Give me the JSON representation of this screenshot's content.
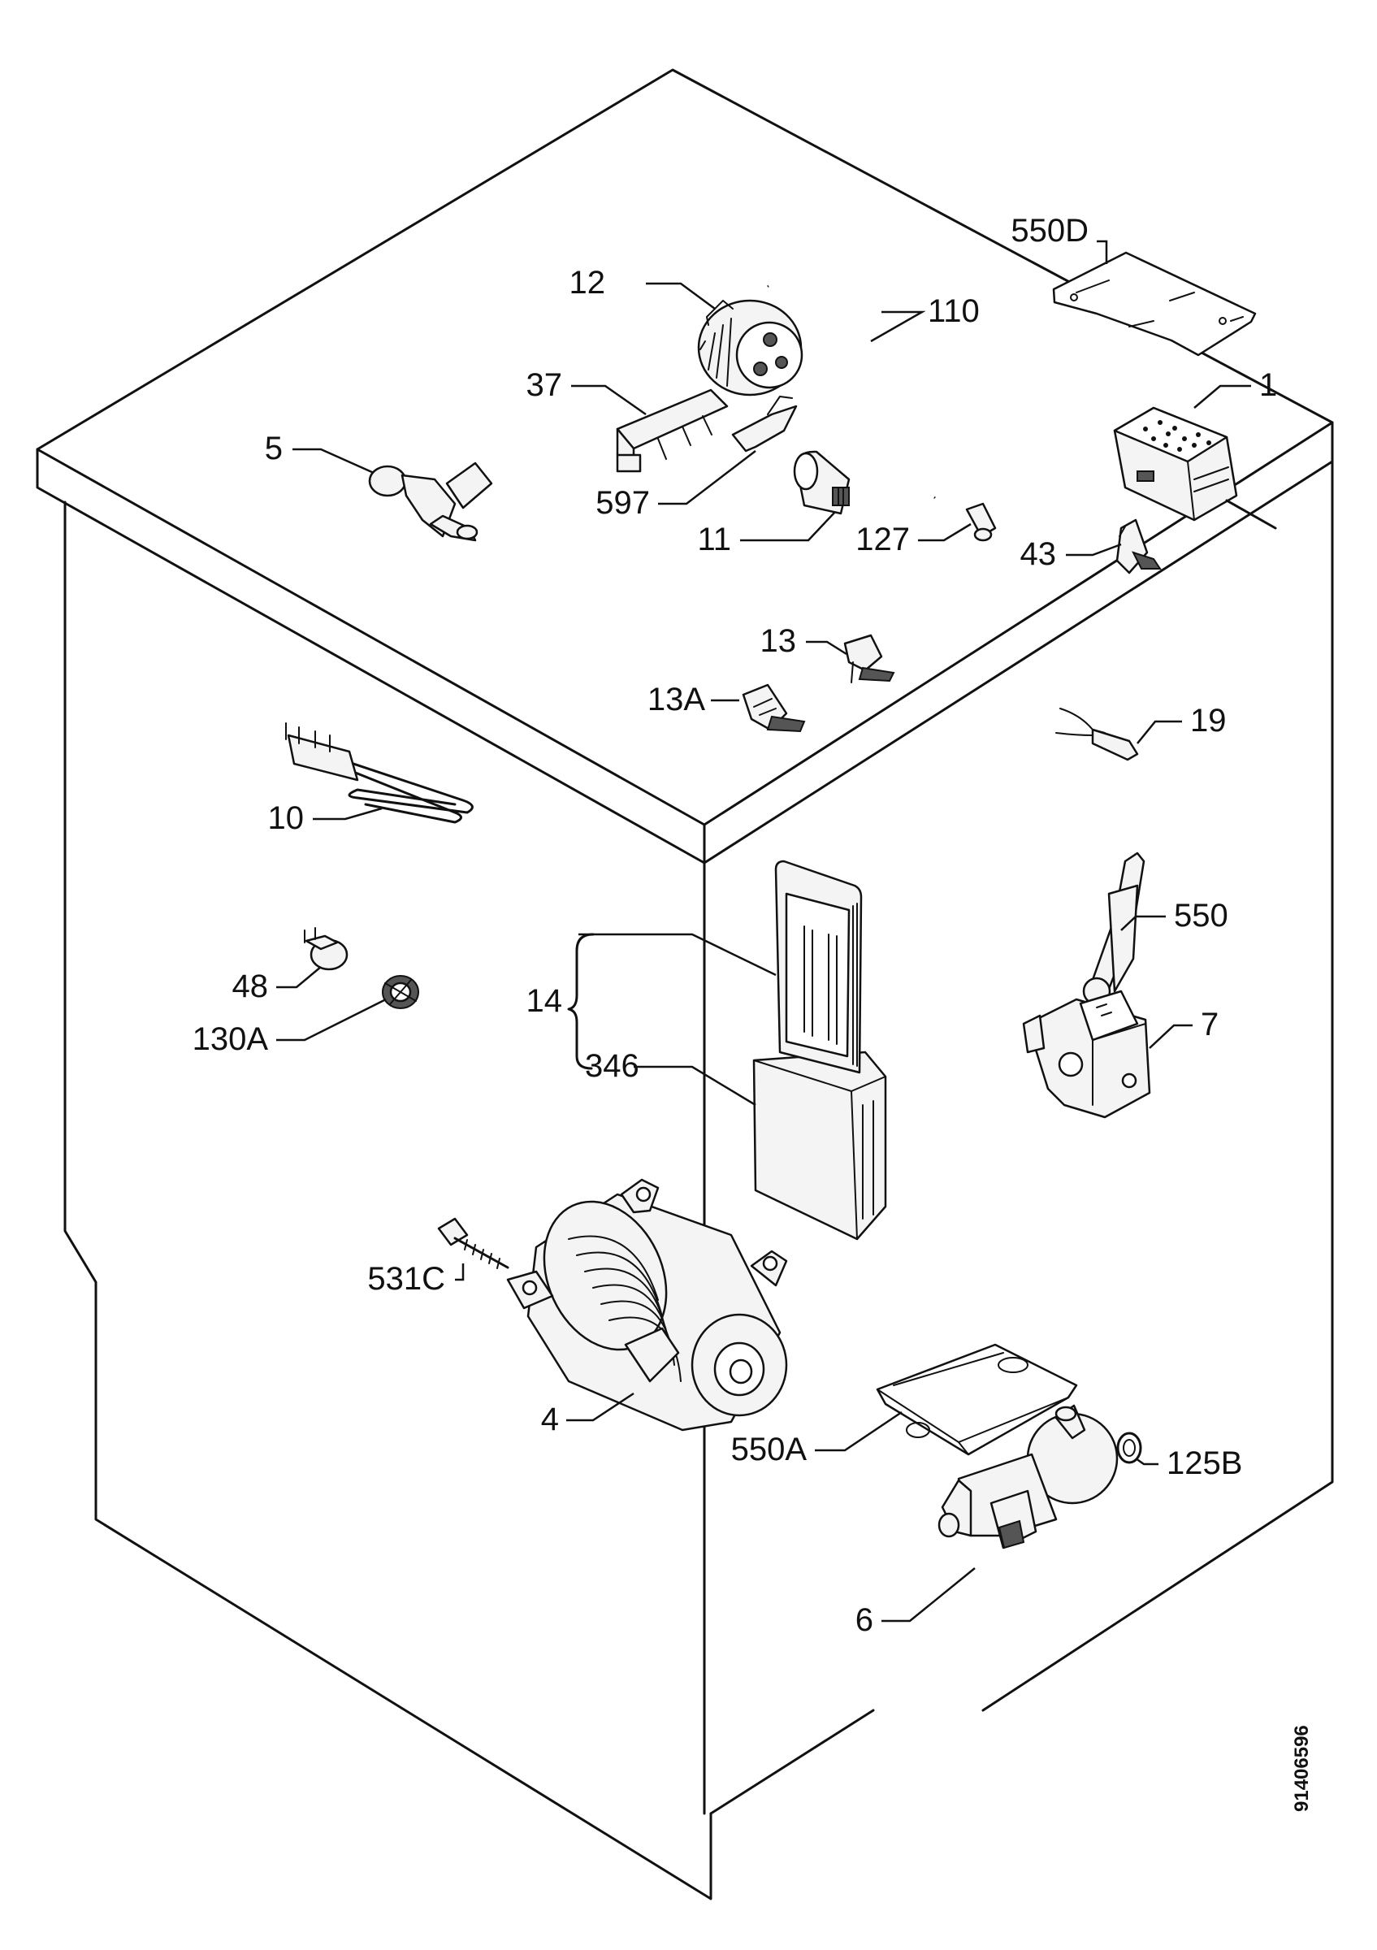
{
  "document_id": "91406596",
  "parts": [
    {
      "key": "p550d",
      "label": "550D"
    },
    {
      "key": "p12",
      "label": "12"
    },
    {
      "key": "p110",
      "label": "110"
    },
    {
      "key": "p37",
      "label": "37"
    },
    {
      "key": "p1",
      "label": "1"
    },
    {
      "key": "p5",
      "label": "5"
    },
    {
      "key": "p597",
      "label": "597"
    },
    {
      "key": "p11",
      "label": "11"
    },
    {
      "key": "p127",
      "label": "127"
    },
    {
      "key": "p43",
      "label": "43"
    },
    {
      "key": "p13",
      "label": "13"
    },
    {
      "key": "p13a",
      "label": "13A"
    },
    {
      "key": "p19",
      "label": "19"
    },
    {
      "key": "p10",
      "label": "10"
    },
    {
      "key": "p550",
      "label": "550"
    },
    {
      "key": "p48",
      "label": "48"
    },
    {
      "key": "p14",
      "label": "14"
    },
    {
      "key": "p130a",
      "label": "130A"
    },
    {
      "key": "p7",
      "label": "7"
    },
    {
      "key": "p346",
      "label": "346"
    },
    {
      "key": "p531c",
      "label": "531C"
    },
    {
      "key": "p550a",
      "label": "550A"
    },
    {
      "key": "p125b",
      "label": "125B"
    },
    {
      "key": "p4",
      "label": "4"
    },
    {
      "key": "p6",
      "label": "6"
    }
  ]
}
